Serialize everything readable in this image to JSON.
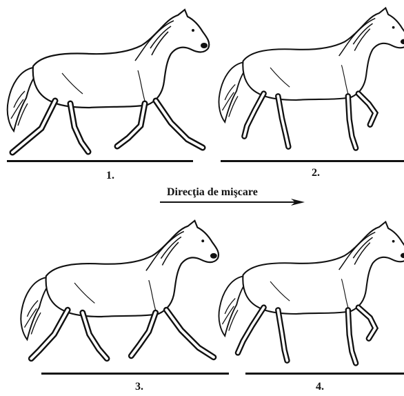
{
  "figures": [
    {
      "label": "1."
    },
    {
      "label": "2."
    },
    {
      "label": "3."
    },
    {
      "label": "4."
    }
  ],
  "direction": {
    "text": "Direcţia de mişcare"
  },
  "colors": {
    "ink": "#111111",
    "paper": "#ffffff"
  }
}
